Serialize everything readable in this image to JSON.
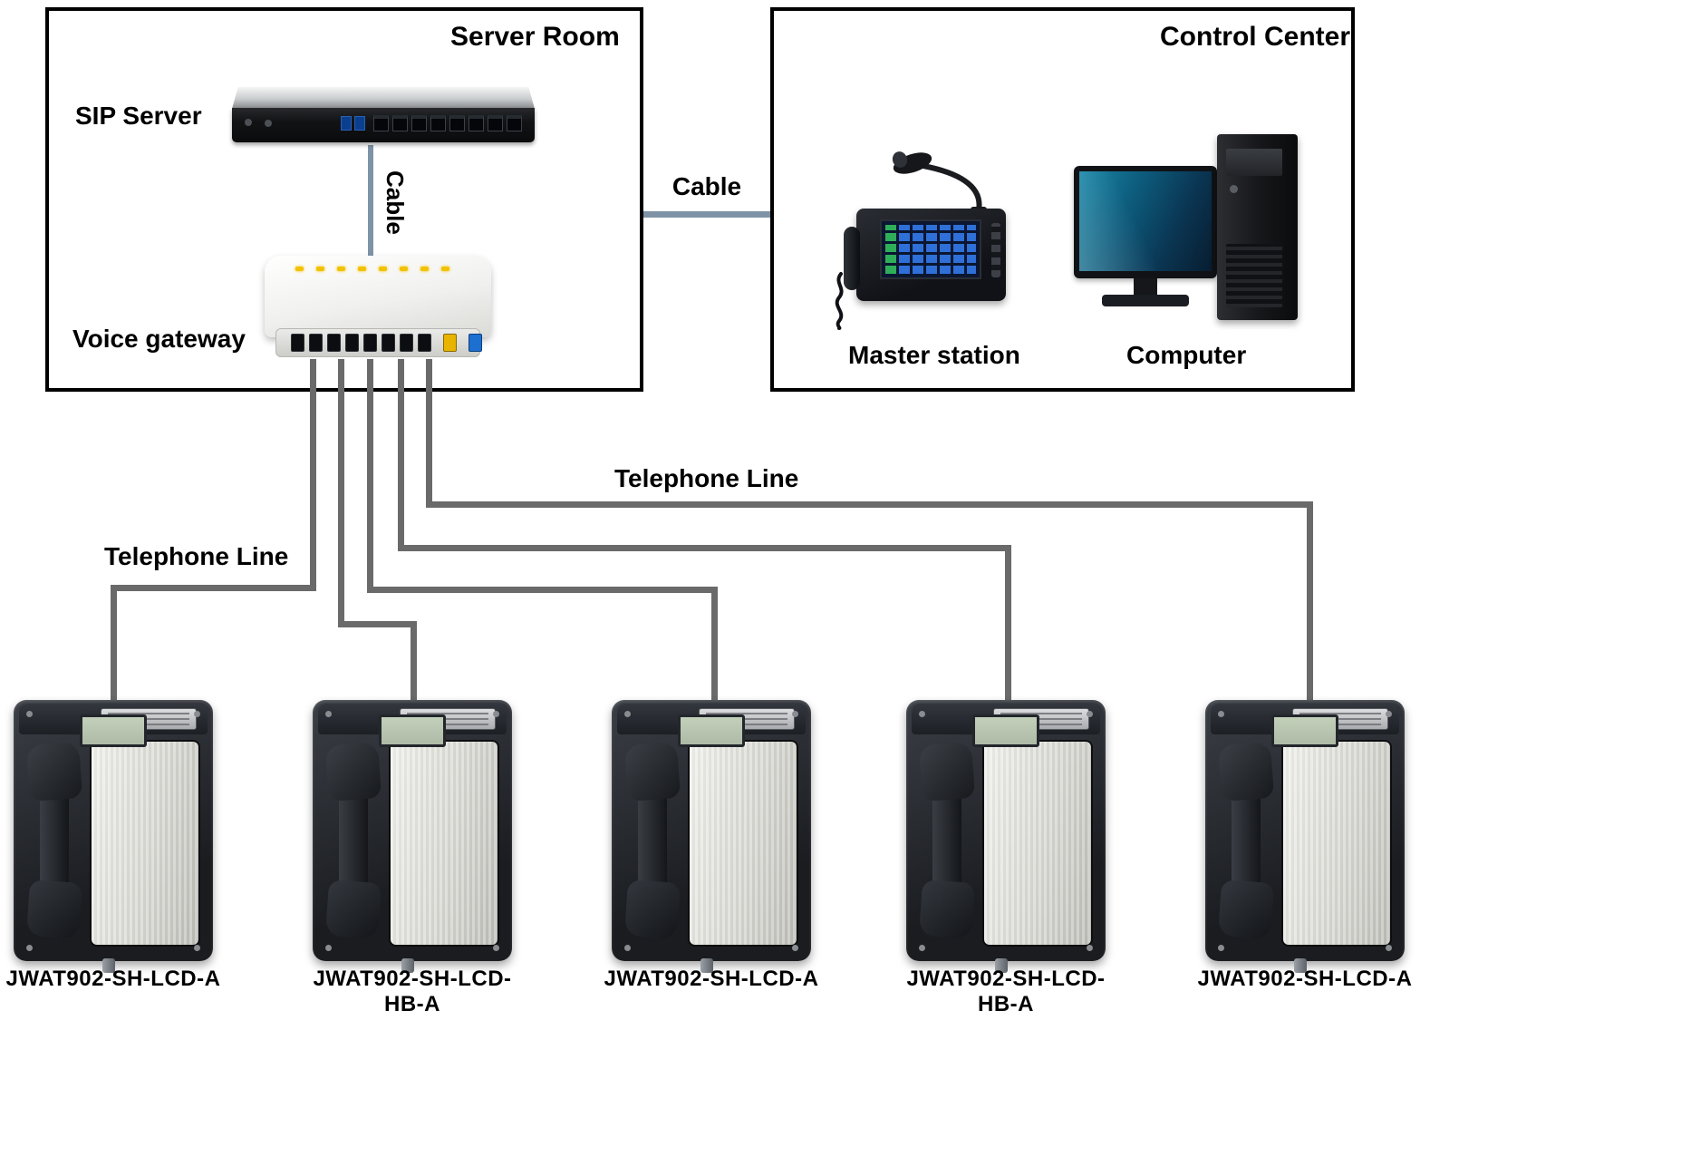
{
  "colors": {
    "box_border": "#000000",
    "telephone_line": "#6a6a6a",
    "network_cable": "#7e93a6",
    "led_yellow": "#f2c200",
    "port_yellow": "#e8b400",
    "port_blue": "#1d6fd0",
    "lcd_green": "#b9c6ae",
    "monitor_screen_teal": "#0d6a8c"
  },
  "server_room": {
    "title": "Server Room",
    "sip_server_label": "SIP Server",
    "cable_label": "Cable",
    "voice_gateway_label": "Voice gateway"
  },
  "control_center": {
    "title": "Control Center",
    "master_station_label": "Master station",
    "computer_label": "Computer"
  },
  "connections": {
    "cable_label": "Cable",
    "telephone_line_label_left": "Telephone Line",
    "telephone_line_label_right": "Telephone Line"
  },
  "phones": [
    {
      "label": "JWAT902-SH-LCD-A"
    },
    {
      "label": "JWAT902-SH-LCD-HB-A"
    },
    {
      "label": "JWAT902-SH-LCD-A"
    },
    {
      "label": "JWAT902-SH-LCD-HB-A"
    },
    {
      "label": "JWAT902-SH-LCD-A"
    }
  ]
}
